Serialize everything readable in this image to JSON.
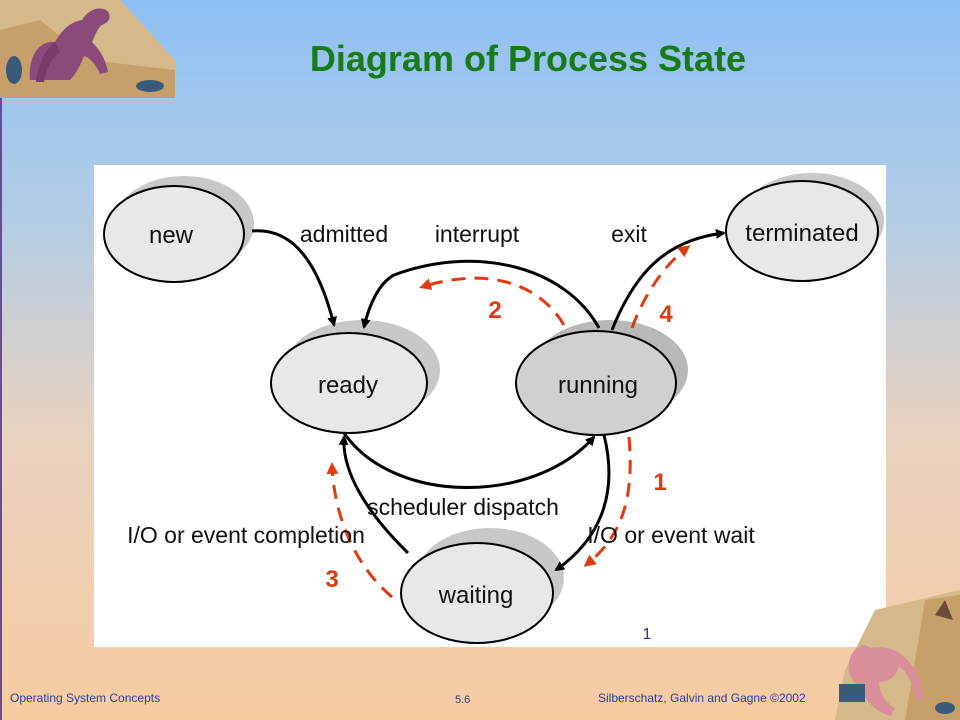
{
  "slide": {
    "title": "Diagram of Process State"
  },
  "diagram": {
    "states": {
      "new": "new",
      "ready": "ready",
      "running": "running",
      "waiting": "waiting",
      "terminated": "terminated"
    },
    "transitions": {
      "admitted": "admitted",
      "interrupt": "interrupt",
      "exit": "exit",
      "scheduler_dispatch": "scheduler dispatch",
      "io_completion": "I/O or event completion",
      "io_wait": "I/O or event wait"
    },
    "steps": [
      "1",
      "2",
      "3",
      "4"
    ],
    "page_note": "1"
  },
  "footer": {
    "left": "Operating System Concepts",
    "center": "5.6",
    "right": "Silberschatz, Galvin and  Gagne ©2002"
  },
  "colors": {
    "title": "#1a7a1a",
    "step_arrows": "#e23a10",
    "footer": "#2e3f8f"
  },
  "icons": {
    "top_left": "dinosaur-icon",
    "bottom_right": "dinosaur-icon"
  }
}
